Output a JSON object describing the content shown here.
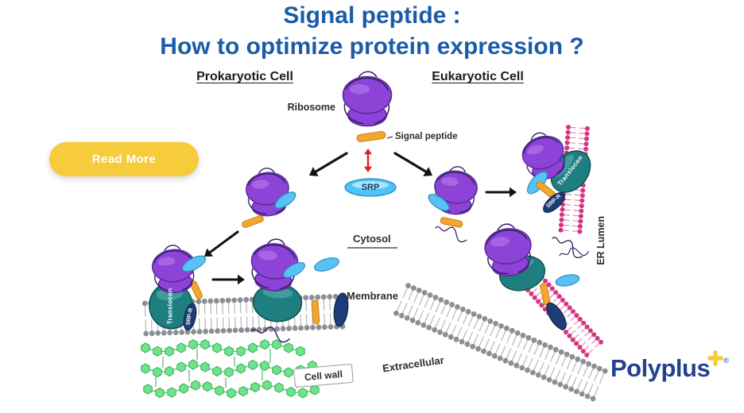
{
  "title": {
    "line1": "Signal peptide :",
    "line2": "How to optimize protein expression ?"
  },
  "sections": {
    "prokaryotic": "Prokaryotic Cell",
    "eukaryotic": "Eukaryotic Cell"
  },
  "labels": {
    "ribosome": "Ribosome",
    "signal_peptide": "Signal peptide",
    "srp": "SRP",
    "srp_r": "SRP-R",
    "translocon": "Translocon",
    "cytosol": "Cytosol",
    "membrane": "Membrane",
    "extracellular": "Extracellular",
    "cell_wall": "Cell wall",
    "er_lumen": "ER Lumen"
  },
  "cta": {
    "read_more": "Read More"
  },
  "logo": {
    "brand": "Polyplus",
    "registered": "®"
  },
  "colors": {
    "title_blue": "#1a5ca8",
    "button_yellow": "#f6cb3c",
    "logo_navy": "#24418e",
    "ribosome": "#8d42d8",
    "ribosome_dark": "#5a2b96",
    "ribosome_hi": "#b07ae8",
    "thread": "#342064",
    "teal": "#1f7e80",
    "teal_dark": "#0f5153",
    "teal_hi": "#7fd4d6",
    "disc": "#58c2f2",
    "disc_edge": "#2b8ec4",
    "peptide": "#f3a62d",
    "peptide_dark": "#c97f15",
    "srp": "#4fc3f7",
    "srp_edge": "#1f86c2",
    "srp_text": "#123a66",
    "navy": "#1c3e78",
    "navy_dark": "#10254a",
    "red": "#e31d1d",
    "gray_head": "#8b8f93",
    "gray_tail": "#b4b7ba",
    "pink_head": "#d63380",
    "pink_tail": "#e58ab4",
    "green": "#6fe38c",
    "green_dark": "#2fae57",
    "ink": "#121212"
  }
}
